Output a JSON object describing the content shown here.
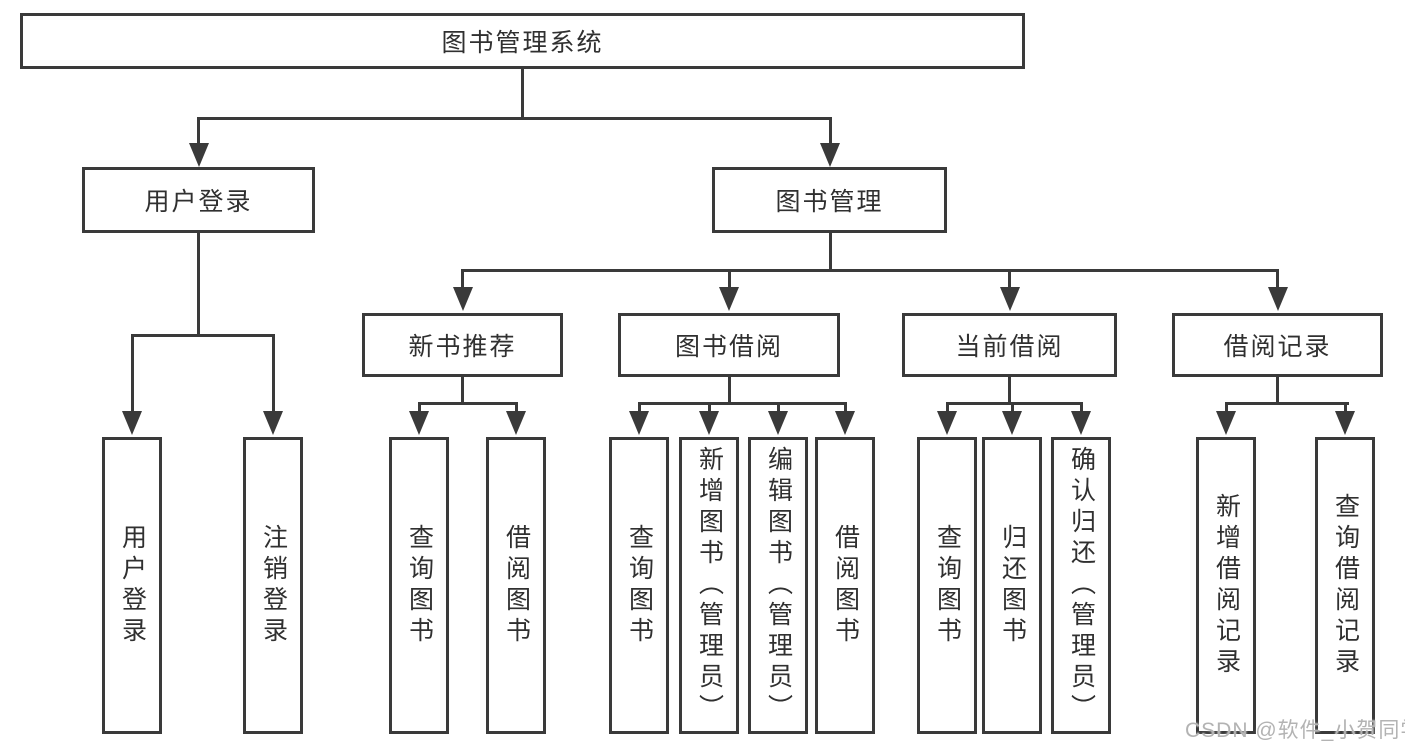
{
  "title": "图书管理系统",
  "tree": {
    "label": "图书管理系统",
    "children": [
      {
        "label": "用户登录",
        "children": [
          {
            "label": "用户登录"
          },
          {
            "label": "注销登录"
          }
        ]
      },
      {
        "label": "图书管理",
        "children": [
          {
            "label": "新书推荐",
            "children": [
              {
                "label": "查询图书"
              },
              {
                "label": "借阅图书"
              }
            ]
          },
          {
            "label": "图书借阅",
            "children": [
              {
                "label": "查询图书"
              },
              {
                "label": "新增图书（管理员）"
              },
              {
                "label": "编辑图书（管理员）"
              },
              {
                "label": "借阅图书"
              }
            ]
          },
          {
            "label": "当前借阅",
            "children": [
              {
                "label": "查询图书"
              },
              {
                "label": "归还图书"
              },
              {
                "label": "确认归还（管理员）"
              }
            ]
          },
          {
            "label": "借阅记录",
            "children": [
              {
                "label": "新增借阅记录"
              },
              {
                "label": "查询借阅记录"
              }
            ]
          }
        ]
      }
    ]
  },
  "watermark": "CSDN @软件_小贺同学",
  "colors": {
    "line": "#3a3a3a",
    "text": "#303030",
    "watermark": "#b3b3b3",
    "background": "#ffffff"
  }
}
